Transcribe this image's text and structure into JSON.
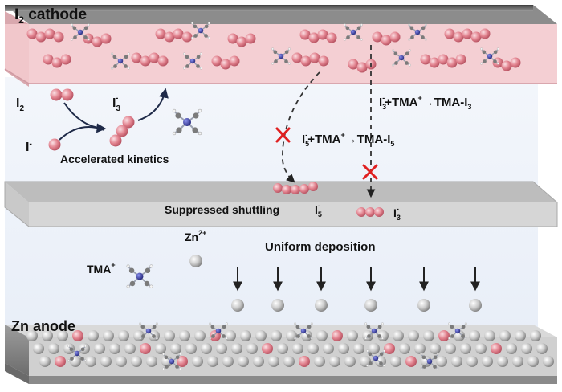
{
  "labels": {
    "cathode_main": "I",
    "cathode_sub": "2",
    "cathode_rest": " cathode",
    "anode": "Zn anode",
    "i2_main": "I",
    "i2_sub": "2",
    "i3_main": "I",
    "i3_sub": "3",
    "i3_sup": "-",
    "iminus_main": "I",
    "iminus_sup": "-",
    "accelerated": "Accelerated kinetics",
    "reaction1_a": "I",
    "reaction1_a_sub": "3",
    "reaction1_a_sup": "-",
    "reaction1_b": "+TMA",
    "reaction1_b_sup": "+",
    "reaction1_c": "→TMA-I",
    "reaction1_c_sub": "3",
    "reaction2_a": "I",
    "reaction2_a_sub": "5",
    "reaction2_a_sup": "-",
    "reaction2_b": "+TMA",
    "reaction2_b_sup": "+",
    "reaction2_c": "→TMA-I",
    "reaction2_c_sub": "5",
    "suppressed": "Suppressed shuttling",
    "i5_main": "I",
    "i5_sub": "5",
    "i5_sup": "-",
    "i3b_main": "I",
    "i3b_sub": "3",
    "i3b_sup": "-",
    "zn_main": "Zn",
    "zn_sup": "2+",
    "tma_main": "TMA",
    "tma_sup": "+",
    "uniform": "Uniform deposition"
  },
  "colors": {
    "iodine": "#e2838f",
    "zinc": "#c9c9c9",
    "nitrogen": "#3a3fb0",
    "cathode_tint": "#f2c8cc",
    "slab": "#d4d4d4",
    "electrolyte": "#eef2f9",
    "cross": "#e02020"
  }
}
